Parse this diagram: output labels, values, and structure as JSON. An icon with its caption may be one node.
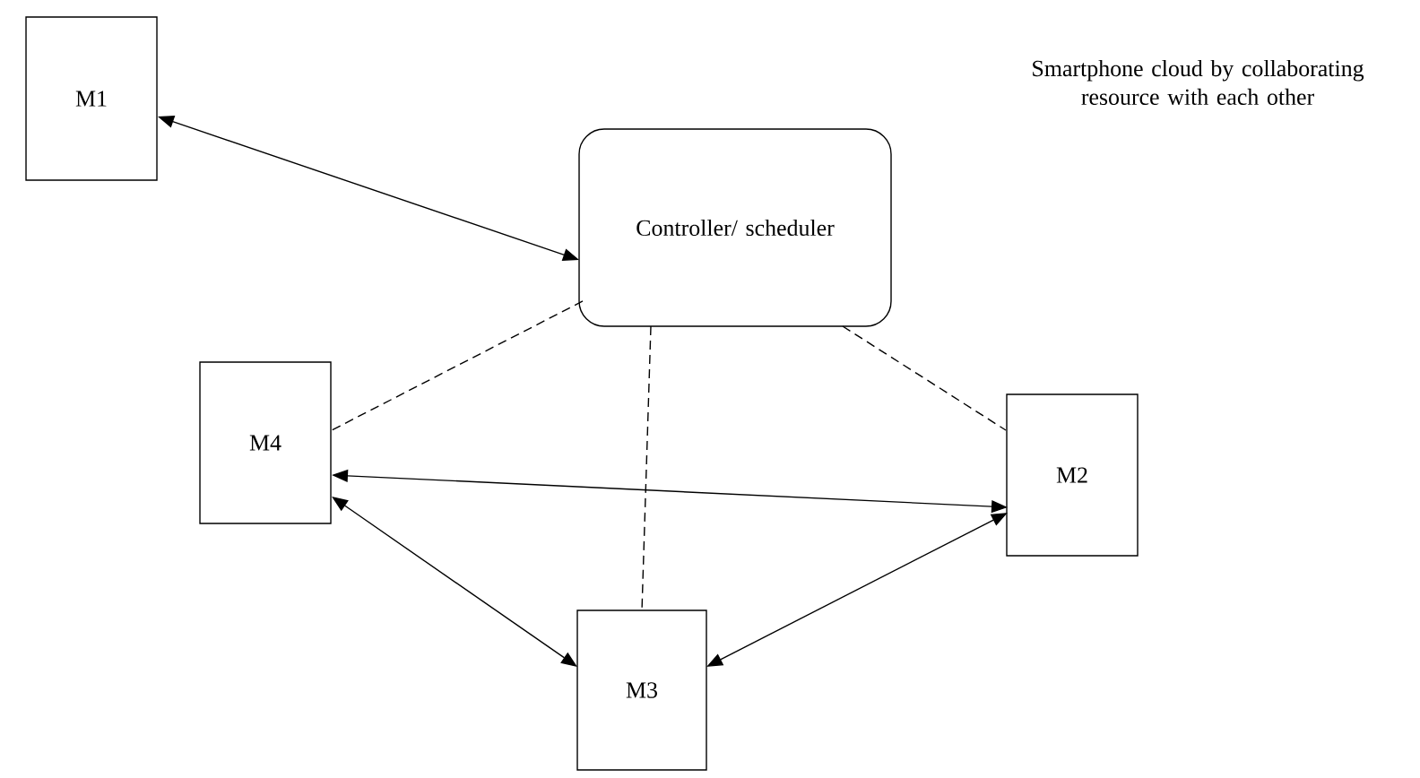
{
  "diagram": {
    "nodes": [
      {
        "text": [
          "M1"
        ]
      },
      {
        "text": [
          "Controller/ scheduler"
        ]
      },
      {
        "text": [
          "M4"
        ]
      },
      {
        "text": [
          "M2"
        ]
      },
      {
        "text": [
          "M3"
        ]
      }
    ],
    "edges": [
      {
        "from": 0,
        "to": 1,
        "arrow": "both"
      },
      {
        "from": 1,
        "to": 2,
        "arrow": "none",
        "style": "dashed"
      },
      {
        "from": 1,
        "to": 4,
        "arrow": "none",
        "style": "dashed"
      },
      {
        "from": 1,
        "to": 3,
        "arrow": "none",
        "style": "dashed"
      },
      {
        "from": 2,
        "to": 3,
        "arrow": "both"
      },
      {
        "from": 2,
        "to": 4,
        "arrow": "both"
      },
      {
        "from": 4,
        "to": 3,
        "arrow": "both"
      }
    ],
    "labels": [
      "Smartphone cloud by collaborating resource with each other"
    ]
  }
}
